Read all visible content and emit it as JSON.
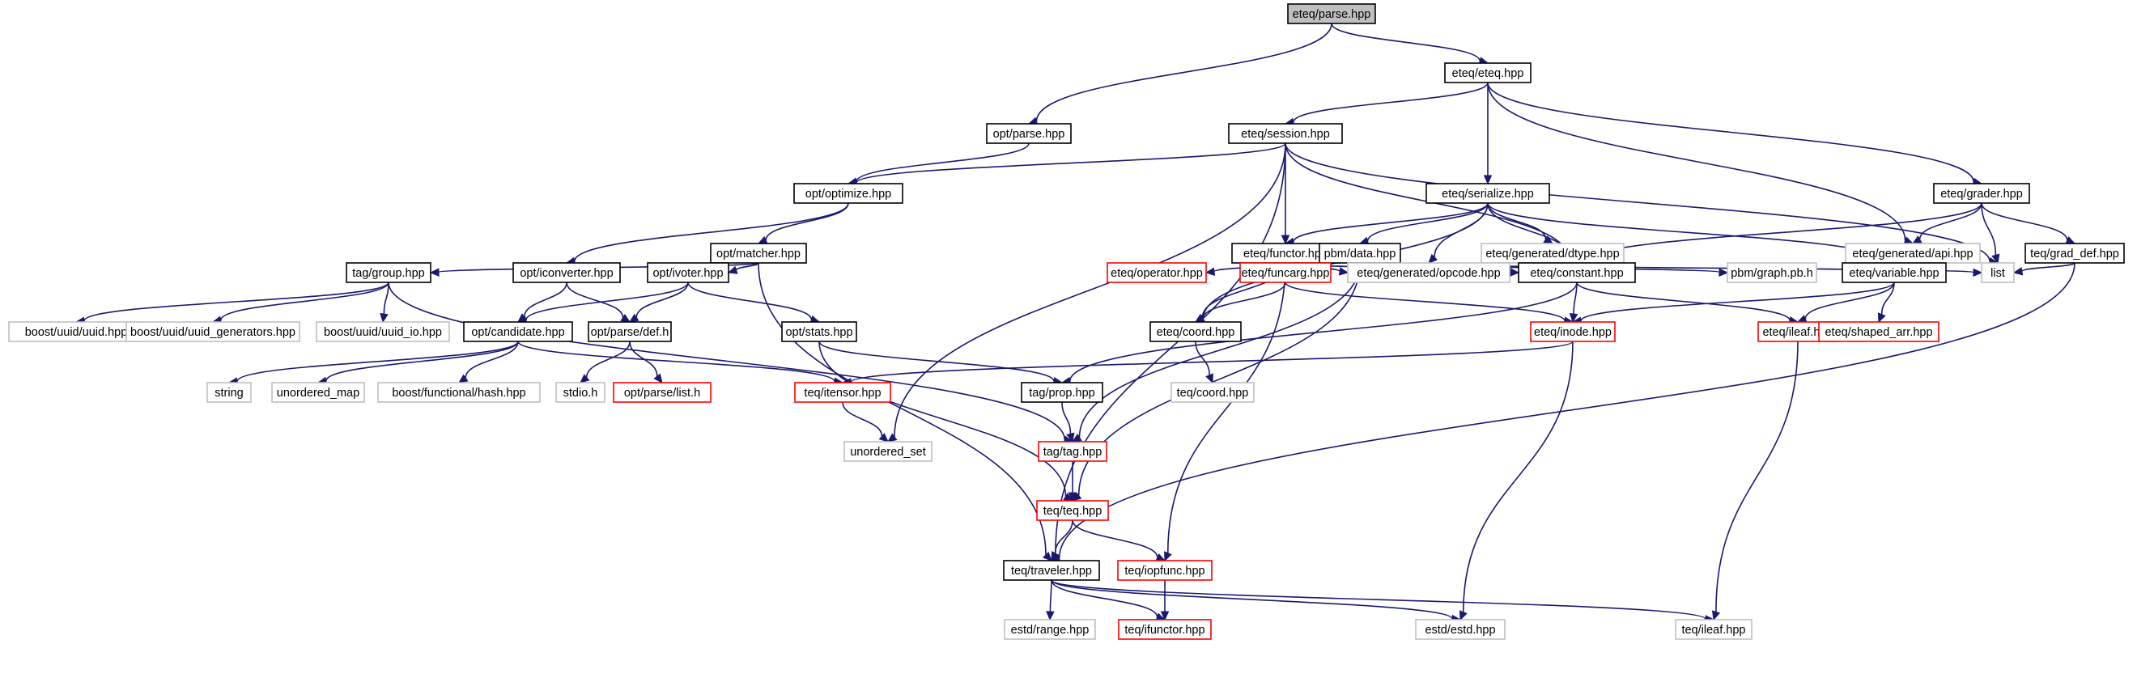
{
  "colors": {
    "edge": "#191970",
    "node_normal": "#000000",
    "node_truncated": "#ff0000",
    "node_external": "#bfbfbf",
    "node_root_fill": "#bfbfbf"
  },
  "nodes": [
    {
      "id": "root",
      "label": "eteq/parse.hpp",
      "kind": "root"
    },
    {
      "id": "eteq_eteq",
      "label": "eteq/eteq.hpp",
      "kind": "normal"
    },
    {
      "id": "opt_parse",
      "label": "opt/parse.hpp",
      "kind": "normal"
    },
    {
      "id": "eteq_session",
      "label": "eteq/session.hpp",
      "kind": "normal"
    },
    {
      "id": "opt_optimize",
      "label": "opt/optimize.hpp",
      "kind": "normal"
    },
    {
      "id": "eteq_serialize",
      "label": "eteq/serialize.hpp",
      "kind": "normal"
    },
    {
      "id": "eteq_grader",
      "label": "eteq/grader.hpp",
      "kind": "normal"
    },
    {
      "id": "opt_matcher",
      "label": "opt/matcher.hpp",
      "kind": "normal"
    },
    {
      "id": "eteq_functor",
      "label": "eteq/functor.hpp",
      "kind": "normal"
    },
    {
      "id": "pbm_data",
      "label": "pbm/data.hpp",
      "kind": "normal"
    },
    {
      "id": "eteq_gen_dtype",
      "label": "eteq/generated/dtype.hpp",
      "kind": "external"
    },
    {
      "id": "eteq_gen_api",
      "label": "eteq/generated/api.hpp",
      "kind": "external"
    },
    {
      "id": "teq_grad_def",
      "label": "teq/grad_def.hpp",
      "kind": "normal"
    },
    {
      "id": "tag_group",
      "label": "tag/group.hpp",
      "kind": "normal"
    },
    {
      "id": "opt_iconverter",
      "label": "opt/iconverter.hpp",
      "kind": "normal"
    },
    {
      "id": "opt_ivoter",
      "label": "opt/ivoter.hpp",
      "kind": "normal"
    },
    {
      "id": "eteq_operator",
      "label": "eteq/operator.hpp",
      "kind": "truncated"
    },
    {
      "id": "eteq_funcarg",
      "label": "eteq/funcarg.hpp",
      "kind": "truncated"
    },
    {
      "id": "eteq_gen_opcode",
      "label": "eteq/generated/opcode.hpp",
      "kind": "external"
    },
    {
      "id": "eteq_constant",
      "label": "eteq/constant.hpp",
      "kind": "normal"
    },
    {
      "id": "pbm_graph",
      "label": "pbm/graph.pb.h",
      "kind": "external"
    },
    {
      "id": "eteq_variable",
      "label": "eteq/variable.hpp",
      "kind": "normal"
    },
    {
      "id": "list",
      "label": "list",
      "kind": "external"
    },
    {
      "id": "boost_uuid",
      "label": "boost/uuid/uuid.hpp",
      "kind": "external"
    },
    {
      "id": "boost_uuid_gen",
      "label": "boost/uuid/uuid_generators.hpp",
      "kind": "external"
    },
    {
      "id": "boost_uuid_io",
      "label": "boost/uuid/uuid_io.hpp",
      "kind": "external"
    },
    {
      "id": "opt_candidate",
      "label": "opt/candidate.hpp",
      "kind": "normal"
    },
    {
      "id": "opt_parse_def",
      "label": "opt/parse/def.h",
      "kind": "normal"
    },
    {
      "id": "opt_stats",
      "label": "opt/stats.hpp",
      "kind": "normal"
    },
    {
      "id": "eteq_coord",
      "label": "eteq/coord.hpp",
      "kind": "normal"
    },
    {
      "id": "eteq_inode",
      "label": "eteq/inode.hpp",
      "kind": "truncated"
    },
    {
      "id": "eteq_ileaf",
      "label": "eteq/ileaf.hpp",
      "kind": "truncated"
    },
    {
      "id": "eteq_shaped_arr",
      "label": "eteq/shaped_arr.hpp",
      "kind": "truncated"
    },
    {
      "id": "string",
      "label": "string",
      "kind": "external"
    },
    {
      "id": "unordered_map",
      "label": "unordered_map",
      "kind": "external"
    },
    {
      "id": "boost_hash",
      "label": "boost/functional/hash.hpp",
      "kind": "external"
    },
    {
      "id": "stdio",
      "label": "stdio.h",
      "kind": "external"
    },
    {
      "id": "opt_parse_list",
      "label": "opt/parse/list.h",
      "kind": "truncated"
    },
    {
      "id": "teq_itensor",
      "label": "teq/itensor.hpp",
      "kind": "truncated"
    },
    {
      "id": "tag_prop",
      "label": "tag/prop.hpp",
      "kind": "normal"
    },
    {
      "id": "teq_coord",
      "label": "teq/coord.hpp",
      "kind": "external"
    },
    {
      "id": "unordered_set",
      "label": "unordered_set",
      "kind": "external"
    },
    {
      "id": "tag_tag",
      "label": "tag/tag.hpp",
      "kind": "truncated"
    },
    {
      "id": "teq_teq",
      "label": "teq/teq.hpp",
      "kind": "truncated"
    },
    {
      "id": "teq_traveler",
      "label": "teq/traveler.hpp",
      "kind": "normal"
    },
    {
      "id": "teq_iopfunc",
      "label": "teq/iopfunc.hpp",
      "kind": "truncated"
    },
    {
      "id": "estd_range",
      "label": "estd/range.hpp",
      "kind": "external"
    },
    {
      "id": "teq_ifunctor",
      "label": "teq/ifunctor.hpp",
      "kind": "truncated"
    },
    {
      "id": "estd_estd",
      "label": "estd/estd.hpp",
      "kind": "external"
    },
    {
      "id": "teq_ileaf",
      "label": "teq/ileaf.hpp",
      "kind": "external"
    }
  ],
  "edges": [
    [
      "root",
      "eteq_eteq"
    ],
    [
      "root",
      "opt_parse"
    ],
    [
      "eteq_eteq",
      "eteq_session"
    ],
    [
      "eteq_eteq",
      "eteq_serialize"
    ],
    [
      "eteq_eteq",
      "eteq_grader"
    ],
    [
      "eteq_eteq",
      "eteq_gen_api"
    ],
    [
      "opt_parse",
      "opt_optimize"
    ],
    [
      "eteq_session",
      "opt_optimize"
    ],
    [
      "eteq_session",
      "eteq_functor"
    ],
    [
      "eteq_session",
      "eteq_constant"
    ],
    [
      "eteq_session",
      "unordered_set"
    ],
    [
      "eteq_session",
      "teq_traveler"
    ],
    [
      "eteq_session",
      "list"
    ],
    [
      "opt_optimize",
      "opt_matcher"
    ],
    [
      "opt_optimize",
      "opt_iconverter"
    ],
    [
      "eteq_serialize",
      "eteq_functor"
    ],
    [
      "eteq_serialize",
      "pbm_data"
    ],
    [
      "eteq_serialize",
      "eteq_gen_dtype"
    ],
    [
      "eteq_serialize",
      "eteq_gen_opcode"
    ],
    [
      "eteq_serialize",
      "eteq_constant"
    ],
    [
      "eteq_serialize",
      "eteq_variable"
    ],
    [
      "eteq_serialize",
      "eteq_coord"
    ],
    [
      "eteq_grader",
      "eteq_gen_api"
    ],
    [
      "eteq_grader",
      "teq_grad_def"
    ],
    [
      "eteq_grader",
      "list"
    ],
    [
      "eteq_grader",
      "eteq_constant"
    ],
    [
      "teq_grad_def",
      "list"
    ],
    [
      "teq_grad_def",
      "teq_traveler"
    ],
    [
      "opt_matcher",
      "tag_group"
    ],
    [
      "opt_matcher",
      "opt_ivoter"
    ],
    [
      "opt_matcher",
      "teq_traveler"
    ],
    [
      "eteq_functor",
      "eteq_operator"
    ],
    [
      "eteq_functor",
      "eteq_funcarg"
    ],
    [
      "eteq_functor",
      "eteq_gen_opcode"
    ],
    [
      "eteq_functor",
      "eteq_constant"
    ],
    [
      "eteq_functor",
      "eteq_coord"
    ],
    [
      "eteq_functor",
      "teq_iopfunc"
    ],
    [
      "pbm_data",
      "pbm_graph"
    ],
    [
      "pbm_data",
      "list"
    ],
    [
      "pbm_data",
      "tag_tag"
    ],
    [
      "pbm_data",
      "teq_teq"
    ],
    [
      "tag_group",
      "boost_uuid"
    ],
    [
      "tag_group",
      "boost_uuid_gen"
    ],
    [
      "tag_group",
      "boost_uuid_io"
    ],
    [
      "tag_group",
      "tag_tag"
    ],
    [
      "opt_iconverter",
      "opt_candidate"
    ],
    [
      "opt_iconverter",
      "opt_parse_def"
    ],
    [
      "opt_ivoter",
      "opt_candidate"
    ],
    [
      "opt_ivoter",
      "opt_parse_def"
    ],
    [
      "opt_ivoter",
      "opt_stats"
    ],
    [
      "eteq_funcarg",
      "eteq_coord"
    ],
    [
      "eteq_funcarg",
      "eteq_inode"
    ],
    [
      "eteq_constant",
      "eteq_inode"
    ],
    [
      "eteq_constant",
      "eteq_ileaf"
    ],
    [
      "eteq_constant",
      "tag_prop"
    ],
    [
      "eteq_variable",
      "eteq_inode"
    ],
    [
      "eteq_variable",
      "eteq_ileaf"
    ],
    [
      "eteq_variable",
      "eteq_shaped_arr"
    ],
    [
      "opt_candidate",
      "string"
    ],
    [
      "opt_candidate",
      "unordered_map"
    ],
    [
      "opt_candidate",
      "boost_hash"
    ],
    [
      "opt_candidate",
      "teq_itensor"
    ],
    [
      "opt_parse_def",
      "stdio"
    ],
    [
      "opt_parse_def",
      "opt_parse_list"
    ],
    [
      "opt_stats",
      "tag_prop"
    ],
    [
      "opt_stats",
      "teq_teq"
    ],
    [
      "eteq_coord",
      "teq_coord"
    ],
    [
      "eteq_inode",
      "teq_itensor"
    ],
    [
      "eteq_inode",
      "estd_estd"
    ],
    [
      "eteq_ileaf",
      "teq_ileaf"
    ],
    [
      "teq_itensor",
      "unordered_set"
    ],
    [
      "tag_prop",
      "tag_tag"
    ],
    [
      "tag_tag",
      "teq_teq"
    ],
    [
      "teq_teq",
      "teq_traveler"
    ],
    [
      "teq_teq",
      "teq_iopfunc"
    ],
    [
      "teq_traveler",
      "estd_range"
    ],
    [
      "teq_traveler",
      "teq_ifunctor"
    ],
    [
      "teq_traveler",
      "estd_estd"
    ],
    [
      "teq_traveler",
      "teq_ileaf"
    ],
    [
      "teq_iopfunc",
      "teq_ifunctor"
    ]
  ]
}
